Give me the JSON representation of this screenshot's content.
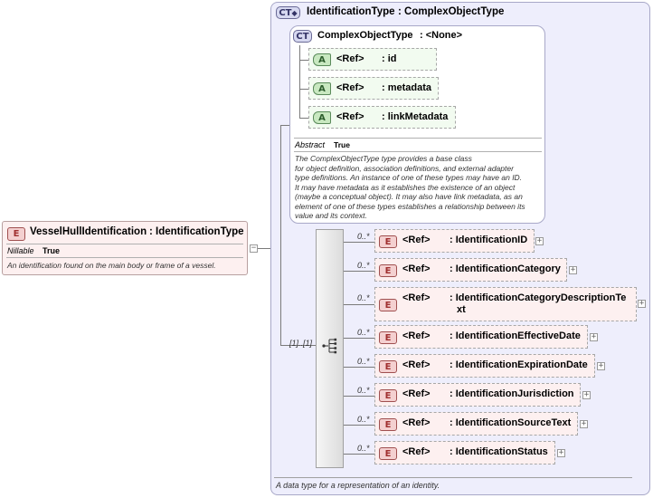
{
  "root_element": {
    "badge": "E",
    "name": "VesselHullIdentification",
    "type": ": IdentificationType",
    "nillable_label": "Nillable",
    "nillable_value": "True",
    "description": "An identification found on the main body or frame of a vessel."
  },
  "complex_type": {
    "badge": "CT",
    "name": "IdentificationType",
    "base": ": ComplexObjectType",
    "footer_description": "A data type for a representation of an identity."
  },
  "base_type": {
    "badge": "CT",
    "name": "ComplexObjectType",
    "base": ": <None>",
    "attributes": [
      {
        "badge": "A",
        "ref": "<Ref>",
        "name": ": id"
      },
      {
        "badge": "A",
        "ref": "<Ref>",
        "name": ": metadata"
      },
      {
        "badge": "A",
        "ref": "<Ref>",
        "name": ": linkMetadata"
      }
    ],
    "abstract_label": "Abstract",
    "abstract_value": "True",
    "description_lines": [
      "The ComplexObjectType type provides a base class",
      "for object definition, association definitions, and external adapter",
      "type definitions. An instance of one of these types may have an ID.",
      "It may have metadata as it establishes the existence of an object",
      "(maybe a conceptual object). It may also have link metadata, as an",
      "element of one of these types establishes a relationship between its",
      "value and its context."
    ]
  },
  "sequence": {
    "occurrence": "[1]..[1]",
    "children": [
      {
        "occ": "0..*",
        "badge": "E",
        "ref": "<Ref>",
        "name_lines": [
          ": IdentificationID"
        ]
      },
      {
        "occ": "0..*",
        "badge": "E",
        "ref": "<Ref>",
        "name_lines": [
          ": IdentificationCategory"
        ]
      },
      {
        "occ": "0..*",
        "badge": "E",
        "ref": "<Ref>",
        "name_lines": [
          ": IdentificationCategoryDescriptionTe",
          "xt"
        ]
      },
      {
        "occ": "0..*",
        "badge": "E",
        "ref": "<Ref>",
        "name_lines": [
          ": IdentificationEffectiveDate"
        ]
      },
      {
        "occ": "0..*",
        "badge": "E",
        "ref": "<Ref>",
        "name_lines": [
          ": IdentificationExpirationDate"
        ]
      },
      {
        "occ": "0..*",
        "badge": "E",
        "ref": "<Ref>",
        "name_lines": [
          ": IdentificationJurisdiction"
        ]
      },
      {
        "occ": "0..*",
        "badge": "E",
        "ref": "<Ref>",
        "name_lines": [
          ": IdentificationSourceText"
        ]
      },
      {
        "occ": "0..*",
        "badge": "E",
        "ref": "<Ref>",
        "name_lines": [
          ": IdentificationStatus"
        ]
      }
    ]
  },
  "colors": {
    "element_fill": "#fdf0f0",
    "attribute_fill": "#f2fbf0",
    "complex_type_fill": "#eeeefc",
    "element_badge": "#f4d0d0",
    "attribute_badge": "#c8e8c0",
    "complex_type_badge": "#d6d8f0"
  }
}
